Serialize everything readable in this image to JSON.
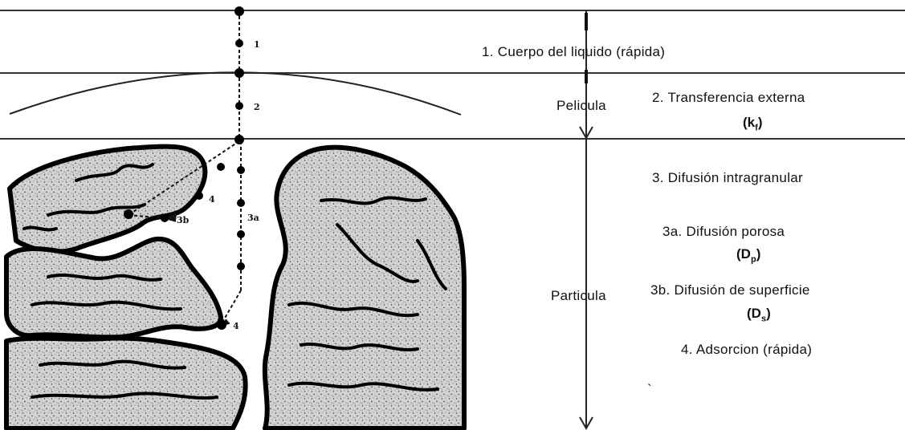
{
  "steps": {
    "s1": "1. Cuerpo del liquido (rápida)",
    "s2": "2. Transferencia externa",
    "s2_symbol": "k",
    "s2_sub": "f",
    "s3": "3. Difusión intragranular",
    "s3a": "3a. Difusión porosa",
    "s3a_symbol": "D",
    "s3a_sub": "p",
    "s3b": "3b. Difusión de superficie",
    "s3b_symbol": "D",
    "s3b_sub": "s",
    "s4": "4. Adsorcion (rápida)"
  },
  "zones": {
    "film": "Pelicula",
    "particle": "Particula"
  },
  "path_labels": {
    "n1": "1",
    "n2": "2",
    "n3a": "3a",
    "n3b": "3b",
    "n4_upper": "4",
    "n4_lower": "4"
  },
  "stray_mark": "`"
}
